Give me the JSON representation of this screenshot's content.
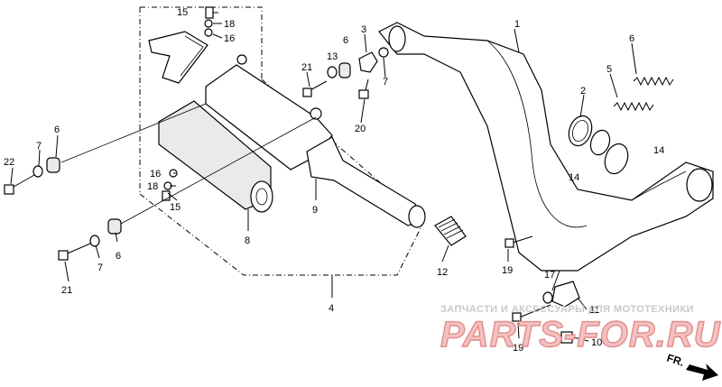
{
  "diagram": {
    "callouts": [
      {
        "id": "c1",
        "text": "1"
      },
      {
        "id": "c2",
        "text": "2"
      },
      {
        "id": "c3",
        "text": "3"
      },
      {
        "id": "c4",
        "text": "4"
      },
      {
        "id": "c5",
        "text": "5"
      },
      {
        "id": "c6a",
        "text": "6"
      },
      {
        "id": "c6b",
        "text": "6"
      },
      {
        "id": "c6c",
        "text": "6"
      },
      {
        "id": "c6d",
        "text": "6"
      },
      {
        "id": "c7a",
        "text": "7"
      },
      {
        "id": "c7b",
        "text": "7"
      },
      {
        "id": "c7c",
        "text": "7"
      },
      {
        "id": "c8",
        "text": "8"
      },
      {
        "id": "c9",
        "text": "9"
      },
      {
        "id": "c10",
        "text": "10"
      },
      {
        "id": "c11",
        "text": "11"
      },
      {
        "id": "c12",
        "text": "12"
      },
      {
        "id": "c13",
        "text": "13"
      },
      {
        "id": "c14a",
        "text": "14"
      },
      {
        "id": "c14b",
        "text": "14"
      },
      {
        "id": "c15a",
        "text": "15"
      },
      {
        "id": "c15b",
        "text": "15"
      },
      {
        "id": "c16a",
        "text": "16"
      },
      {
        "id": "c16b",
        "text": "16"
      },
      {
        "id": "c17",
        "text": "17"
      },
      {
        "id": "c18a",
        "text": "18"
      },
      {
        "id": "c18b",
        "text": "18"
      },
      {
        "id": "c19a",
        "text": "19"
      },
      {
        "id": "c19b",
        "text": "19"
      },
      {
        "id": "c20",
        "text": "20"
      },
      {
        "id": "c21a",
        "text": "21"
      },
      {
        "id": "c21b",
        "text": "21"
      },
      {
        "id": "c22",
        "text": "22"
      }
    ],
    "direction_label": "FR.",
    "watermark": {
      "top_text": "ЗАПЧАСТИ И АКСЕССУАРЫ ДЛЯ МОТОТЕХНИКИ",
      "logo_text": "PARTS-FOR.RU"
    }
  },
  "colors": {
    "line": "#000000",
    "background": "#ffffff",
    "watermark_fill": "#f2c2c2",
    "watermark_stroke": "#e58c8c",
    "watermark_gray": "#c9c9c9"
  }
}
